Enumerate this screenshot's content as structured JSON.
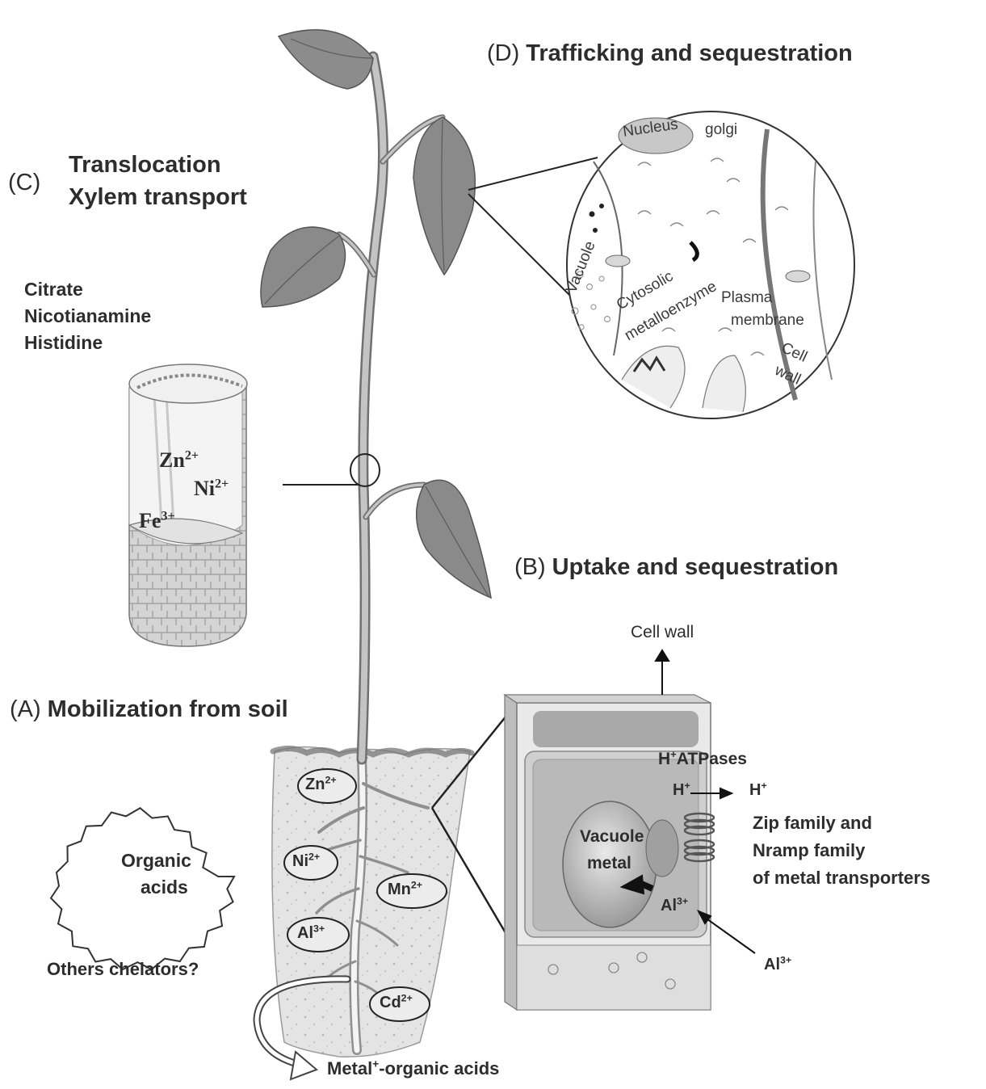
{
  "panels": {
    "a": {
      "letter": "(A)",
      "title": "Mobilization from soil"
    },
    "b": {
      "letter": "(B)",
      "title": "Uptake and sequestration"
    },
    "c": {
      "letter": "(C)",
      "title_line1": "Translocation",
      "title_line2": "Xylem transport"
    },
    "d": {
      "letter": "(D)",
      "title": "Trafficking and sequestration"
    }
  },
  "chelators": [
    "Citrate",
    "Nicotianamine",
    "Histidine"
  ],
  "xylem_ions": {
    "zn": {
      "base": "Zn",
      "charge": "2+"
    },
    "ni": {
      "base": "Ni",
      "charge": "2+"
    },
    "fe": {
      "base": "Fe",
      "charge": "3+"
    }
  },
  "soil": {
    "organic_acids_line1": "Organic",
    "organic_acids_line2": "acids",
    "others_chelators": "Others chelators?",
    "complex_base": "Metal",
    "complex_charge": "+",
    "complex_rest": "-organic acids",
    "ions": {
      "zn": {
        "base": "Zn",
        "charge": "2+"
      },
      "ni": {
        "base": "Ni",
        "charge": "2+"
      },
      "mn": {
        "base": "Mn",
        "charge": "2+"
      },
      "al": {
        "base": "Al",
        "charge": "3+"
      },
      "cd": {
        "base": "Cd",
        "charge": "2+"
      }
    }
  },
  "root_cell": {
    "cell_wall": "Cell wall",
    "atpase_h": "H",
    "atpase_charge": "+",
    "atpase_rest": "ATPases",
    "proton_left": "H",
    "proton_right": "H",
    "proton_charge": "+",
    "vacuole": "Vacuole",
    "metal": "metal",
    "al_inside_base": "Al",
    "al_inside_charge": "3+",
    "al_outside_base": "Al",
    "al_outside_charge": "3+",
    "transporters_line1": "Zip family and",
    "transporters_line2": "Nramp family",
    "transporters_line3": "of metal transporters"
  },
  "leaf_cell": {
    "nucleus": "Nucleus",
    "golgi": "golgi",
    "vacuole": "Vacuole",
    "cytosolic": "Cytosolic",
    "metalloenzyme": "metalloenzyme",
    "plasma": "Plasma",
    "membrane": "membrane",
    "cell": "Cell",
    "wall": "wall"
  }
}
